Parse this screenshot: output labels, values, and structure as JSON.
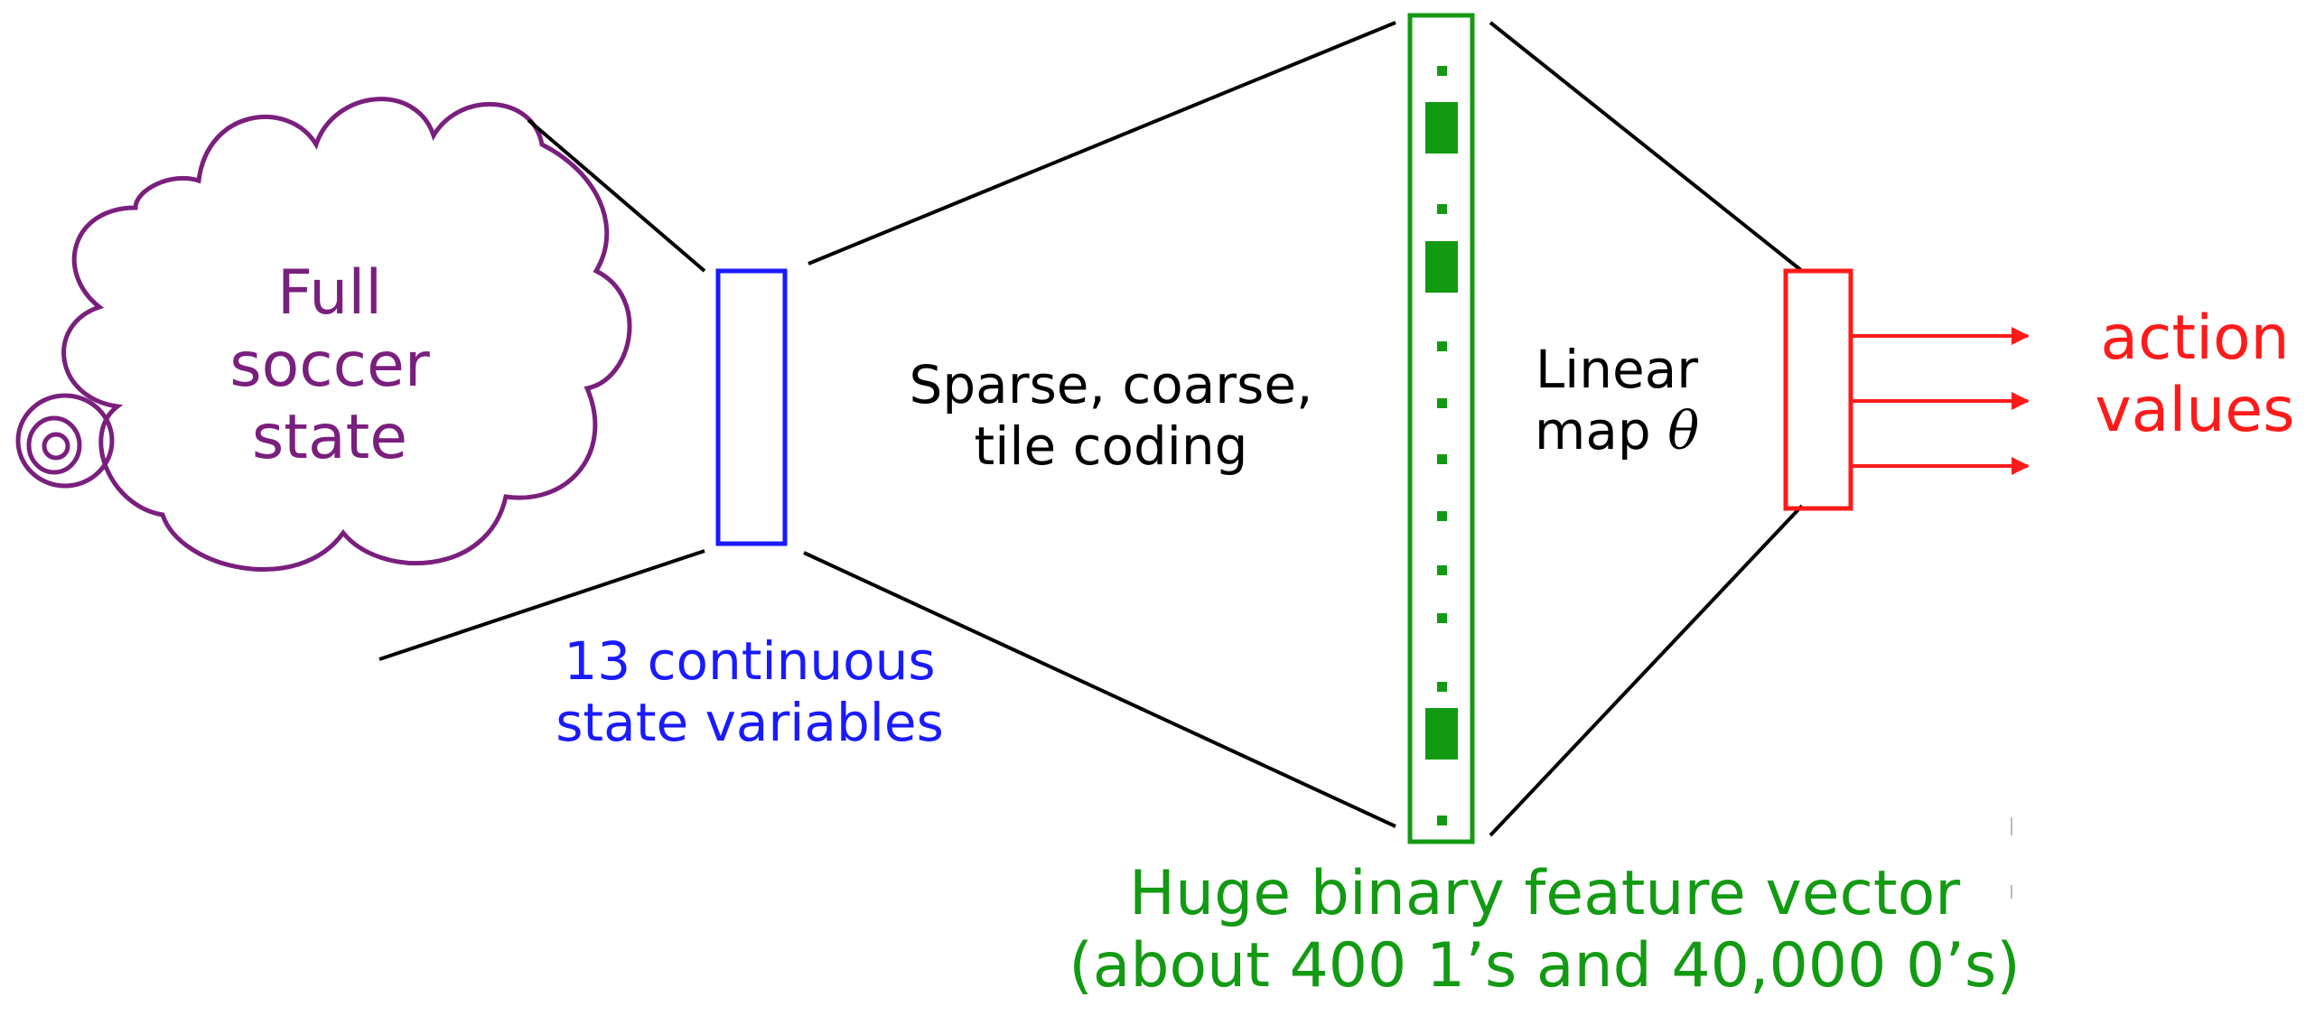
{
  "cloud": {
    "line1": "Full",
    "line2": "soccer",
    "line3": "state"
  },
  "input_layer": {
    "line1": "13 continuous",
    "line2": "state variables"
  },
  "coding": {
    "line1": "Sparse, coarse,",
    "line2": "tile coding"
  },
  "linear_map": {
    "line1": "Linear",
    "line2": "map",
    "symbol": "θ"
  },
  "feature_vector": {
    "line1": "Huge binary feature vector",
    "line2": "(about 400 1’s and 40,000 0’s)"
  },
  "output": {
    "line1": "action",
    "line2": "values"
  },
  "colors": {
    "cloud": "#7a1f7e",
    "input": "#1a1aff",
    "feature": "#139a13",
    "output": "#ff1a1a",
    "lines": "#000000"
  }
}
